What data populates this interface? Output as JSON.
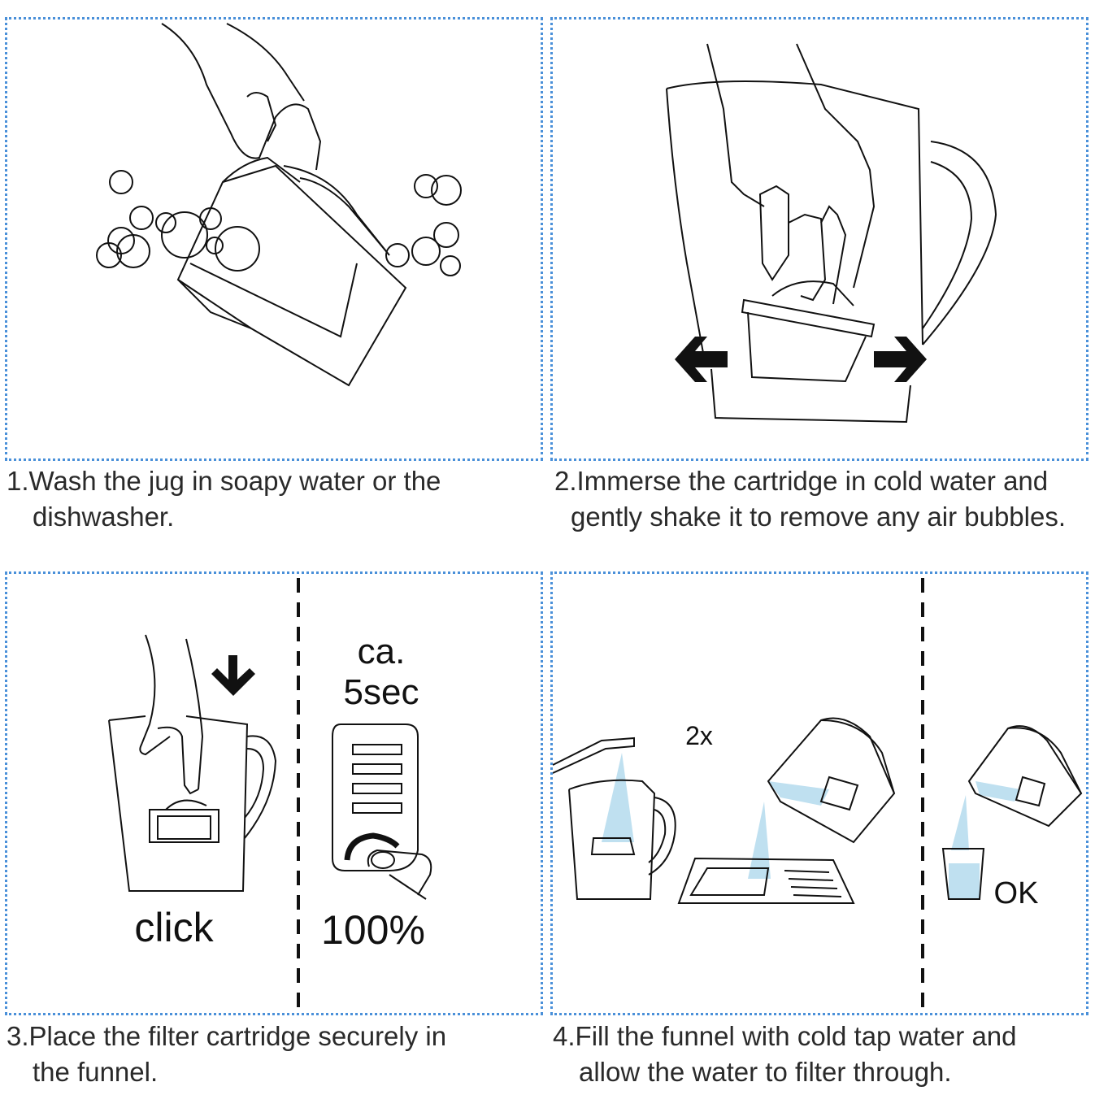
{
  "steps": [
    {
      "number": "1.",
      "line1": "Wash the jug in soapy water or the",
      "line2": "dishwasher."
    },
    {
      "number": "2.",
      "line1": "Immerse the cartridge in cold water and",
      "line2": "gently shake it to remove any air bubbles."
    },
    {
      "number": "3.",
      "line1": "Place the filter cartridge securely in",
      "line2": "the funnel."
    },
    {
      "number": "4.",
      "line1": "Fill the funnel with cold tap water and",
      "line2": "allow the water to filter through."
    }
  ],
  "panel3": {
    "click_label": "click",
    "ca_label": "ca.",
    "time_label": "5sec",
    "percent_label": "100%"
  },
  "panel4": {
    "repeat_label": "2x",
    "ok_label": "OK"
  },
  "colors": {
    "border": "#4a90d9",
    "water": "#bfe0f0",
    "ink": "#111111"
  }
}
